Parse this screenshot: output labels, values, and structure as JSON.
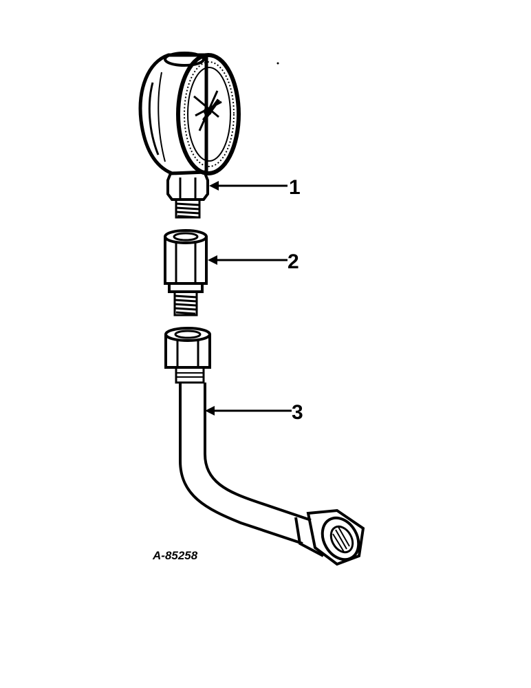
{
  "diagram": {
    "figure_id": "A-85258",
    "callouts": [
      {
        "number": "1",
        "part": "gauge"
      },
      {
        "number": "2",
        "part": "adapter"
      },
      {
        "number": "3",
        "part": "tube"
      }
    ]
  }
}
